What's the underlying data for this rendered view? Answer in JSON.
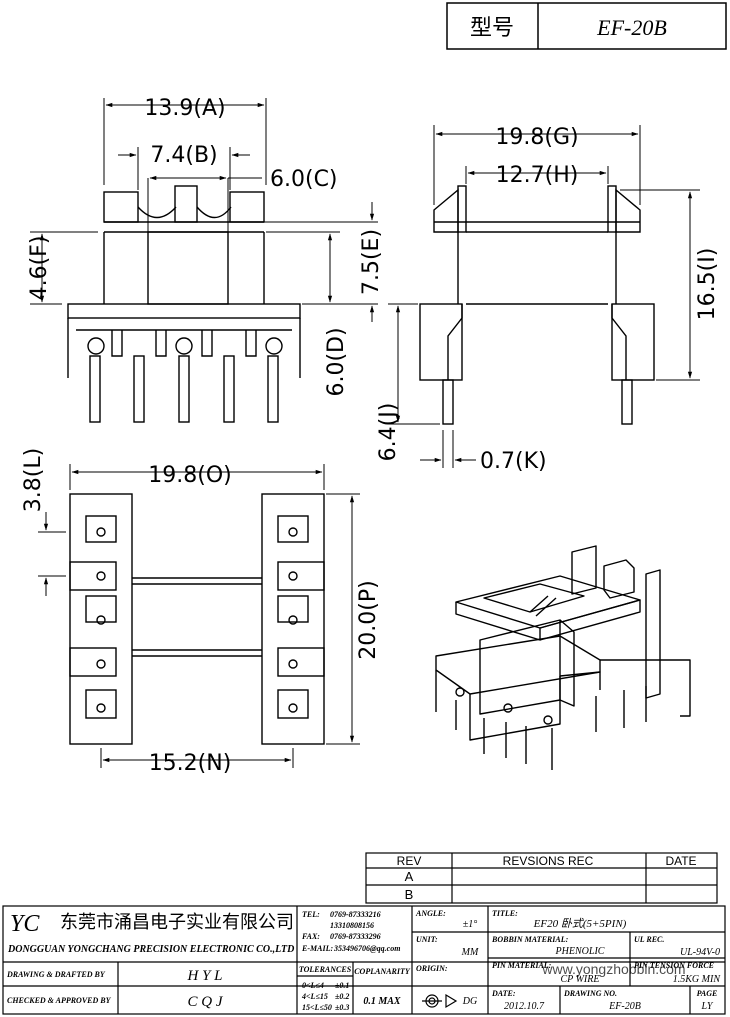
{
  "header": {
    "model_label": "型号",
    "model_value": "EF-20B"
  },
  "dimensions": {
    "A": "13.9(A)",
    "B": "7.4(B)",
    "C": "6.0(C)",
    "F": "4.6(F)",
    "E": "7.5(E)",
    "D": "6.0(D)",
    "G": "19.8(G)",
    "H": "12.7(H)",
    "I": "16.5(I)",
    "J": "6.4(J)",
    "K": "0.7(K)",
    "L": "3.8(L)",
    "O": "19.8(O)",
    "P": "20.0(P)",
    "N": "15.2(N)"
  },
  "revision": {
    "col_rev": "REV",
    "col_rec": "REVSIONS REC",
    "col_date": "DATE",
    "rows": [
      "A",
      "B"
    ]
  },
  "company": {
    "logo": "YC",
    "name_cn": "东莞市涌昌电子实业有限公司",
    "name_en": "DONGGUAN YONGCHANG PRECISION ELECTRONIC CO.,LTD",
    "tel_label": "TEL:",
    "tel1": "0769-87333216",
    "tel2": "13310808156",
    "fax_label": "FAX:",
    "fax": "0769-87333296",
    "email_label": "E-MAIL:",
    "email": "353496706@qq.com"
  },
  "title_block": {
    "drawing_label": "DRAWING & DRAFTED BY",
    "drawing_value": "H Y L",
    "checked_label": "CHECKED & APPROVED BY",
    "checked_value": "C Q J",
    "tolerances_label": "TOLERANCES",
    "tol_rows": [
      {
        "range": "0<L≤4",
        "tol": "±0.1"
      },
      {
        "range": "4<L≤15",
        "tol": "±0.2"
      },
      {
        "range": "15<L≤50",
        "tol": "±0.3"
      }
    ],
    "coplanarity_label": "COPLANARITY",
    "coplanarity_value": "0.1 MAX",
    "angle_label": "ANGLE:",
    "angle_value": "±1°",
    "unit_label": "UNIT:",
    "unit_value": "MM",
    "origin_label": "ORIGIN:",
    "origin_value": "DG",
    "date_label": "DATE:",
    "date_value": "2012.10.7",
    "title_label": "TITLE:",
    "title_value": "EF20 卧式(5+5PIN)",
    "bobbin_label": "BOBBIN MATERIAL:",
    "bobbin_value": "PHENOLIC",
    "ulrec_label": "UL REC.",
    "ulrec_value": "UL-94V-0",
    "pin_label": "PIN MATERIAL:",
    "pin_value": "CP WIRE",
    "tension_label": "PIN TENSION FORCE",
    "tension_value": "1.5KG MIN",
    "drawing_no_label": "DRAWING NO.",
    "drawing_no_value": "EF-20B",
    "page_label": "PAGE",
    "page_value": "LY"
  },
  "watermark": "www.yongzhobbin.com"
}
